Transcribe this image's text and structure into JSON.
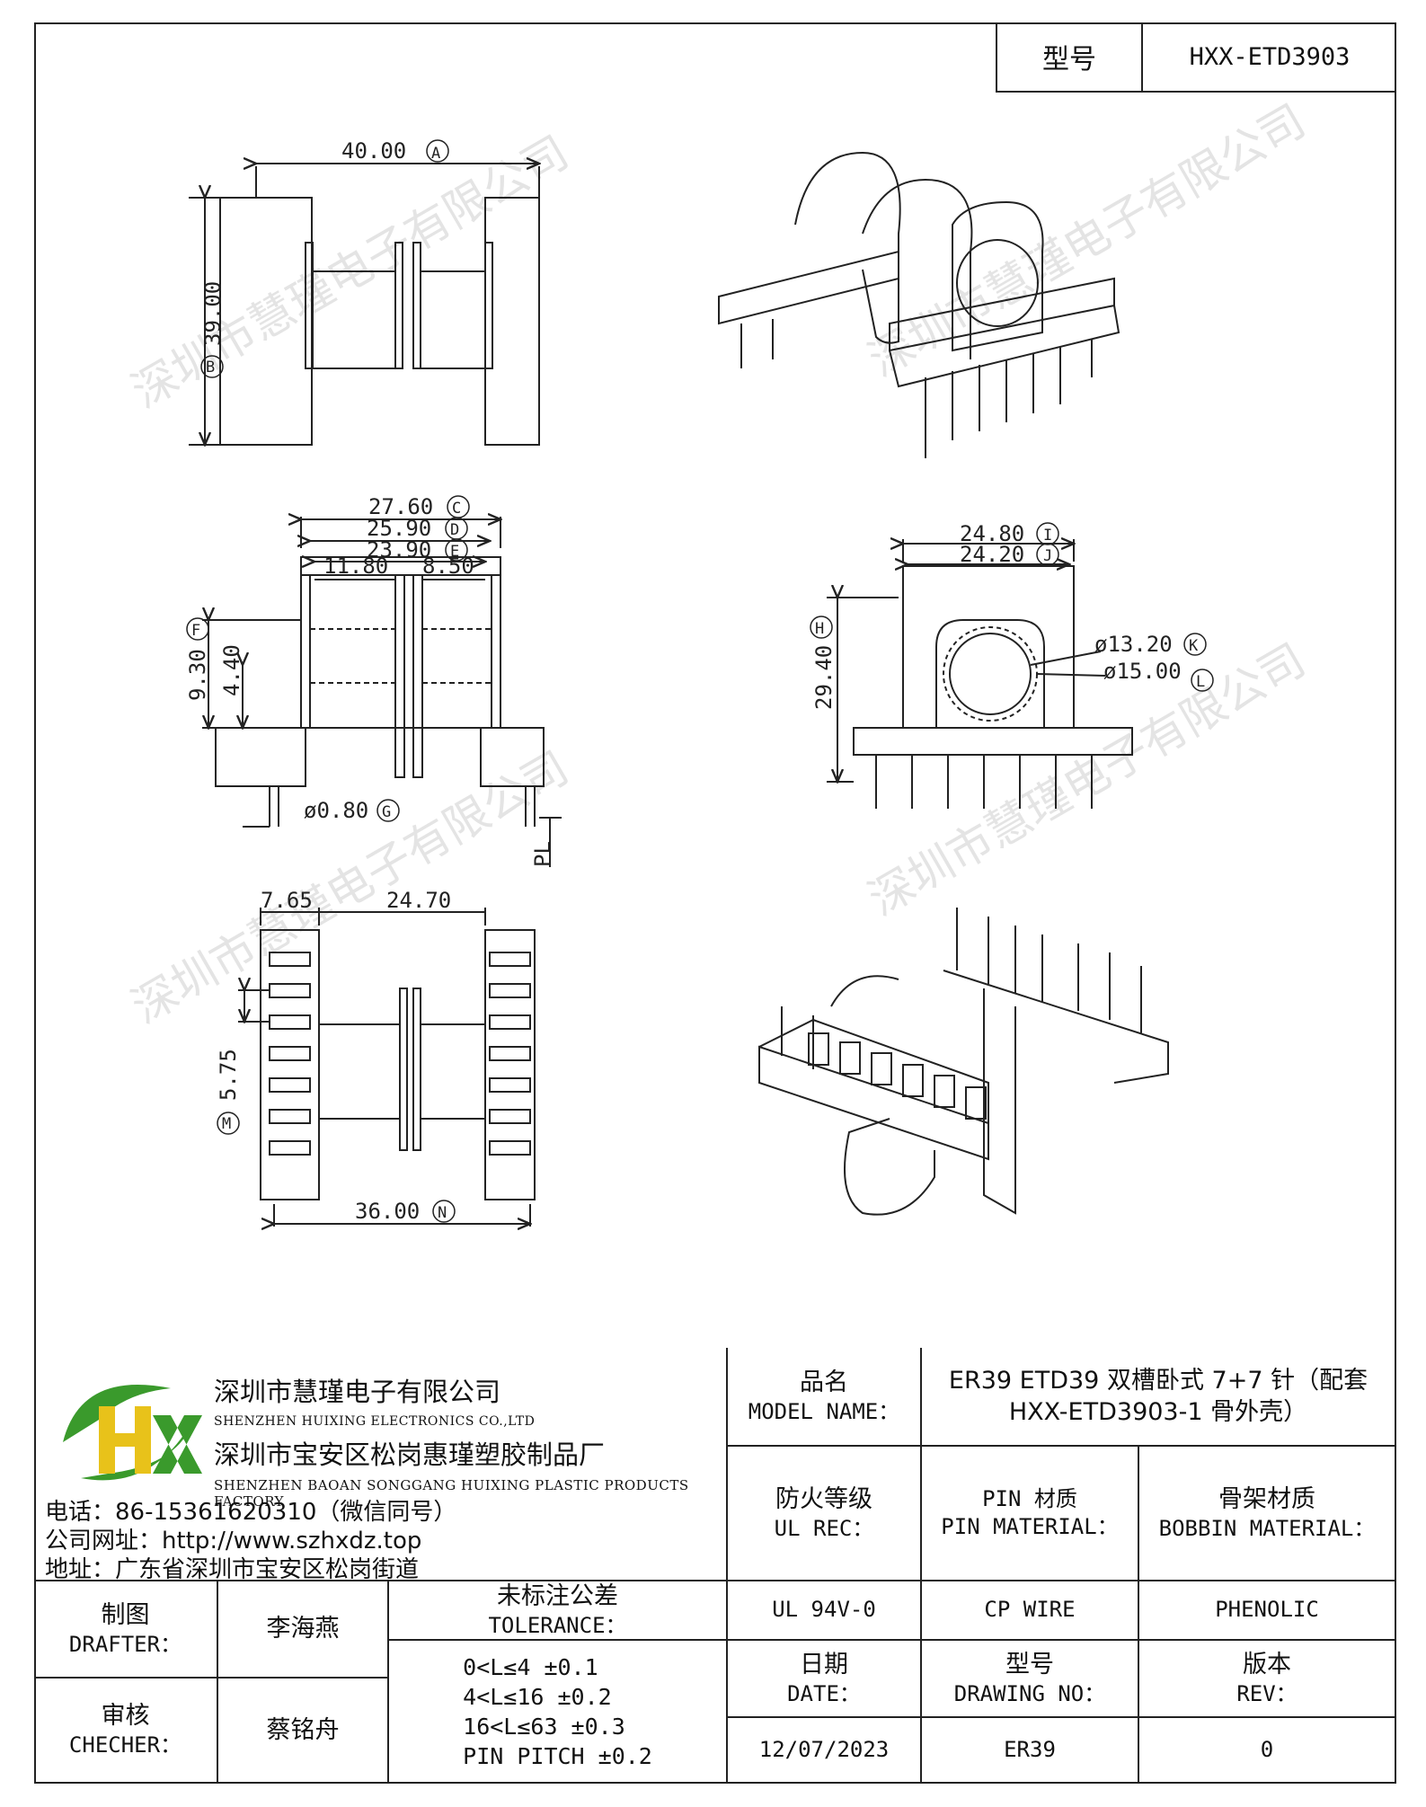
{
  "header": {
    "model_label": "型号",
    "model_value": "HXX-ETD3903"
  },
  "dimensions": {
    "A": "40.00",
    "A_tag": "A",
    "B": "39.00",
    "B_tag": "B",
    "C": "27.60",
    "C_tag": "C",
    "D": "25.90",
    "D_tag": "D",
    "E": "23.90",
    "E_tag": "E",
    "left_slot": "11.80",
    "right_slot": "8.50",
    "F": "9.30",
    "F_tag": "F",
    "flange_h": "4.40",
    "G": "ø0.80",
    "G_tag": "G",
    "PL": "PL",
    "I": "24.80",
    "I_tag": "I",
    "J": "24.20",
    "J_tag": "J",
    "H": "29.40",
    "H_tag": "H",
    "K": "ø13.20",
    "K_tag": "K",
    "L": "ø15.00",
    "L_tag": "L",
    "left_w": "7.65",
    "body_w": "24.70",
    "M": "5.75",
    "M_tag": "M",
    "N": "36.00",
    "N_tag": "N"
  },
  "company": {
    "name_cn": "深圳市慧瑾电子有限公司",
    "name_en": "SHENZHEN HUIXING ELECTRONICS CO.,LTD",
    "factory_cn": "深圳市宝安区松岗惠瑾塑胶制品厂",
    "factory_en": "SHENZHEN BAOAN SONGGANG HUIXING PLASTIC PRODUCTS FACTORY",
    "phone": "电话：86-15361620310（微信同号）",
    "web": "公司网址：http://www.szhxdz.top",
    "address": "地址：广东省深圳市宝安区松岗街道",
    "logo_letters": "HX",
    "colors": {
      "green": "#3a9a2c",
      "yellow": "#e8c21a"
    }
  },
  "titleblock": {
    "model_name_cn": "品名",
    "model_name_en": "MODEL NAME：",
    "model_name_value1": "ER39 ETD39 双槽卧式 7+7 针（配套",
    "model_name_value2": "HXX-ETD3903-1 骨外壳）",
    "ul_cn": "防火等级",
    "ul_en": "UL REC：",
    "ul_value": "UL 94V-0",
    "pin_cn": "PIN 材质",
    "pin_en": "PIN MATERIAL：",
    "pin_value": "CP WIRE",
    "bobbin_cn": "骨架材质",
    "bobbin_en": "BOBBIN MATERIAL：",
    "bobbin_value": "PHENOLIC",
    "drafter_cn": "制图",
    "drafter_en": "DRAFTER：",
    "drafter_name": "李海燕",
    "checker_cn": "审核",
    "checker_en": "CHECHER：",
    "checker_name": "蔡铭舟",
    "tol_cn": "未标注公差",
    "tol_en": "TOLERANCE：",
    "tol_rows": [
      "0<L≤4  ±0.1",
      "4<L≤16 ±0.2",
      "16<L≤63 ±0.3",
      "PIN PITCH ±0.2"
    ],
    "date_cn": "日期",
    "date_en": "DATE：",
    "date_value": "12/07/2023",
    "drawing_cn": "型号",
    "drawing_en": "DRAWING NO：",
    "drawing_value": "ER39",
    "rev_cn": "版本",
    "rev_en": "REV：",
    "rev_value": "0"
  },
  "watermark": "深圳市慧瑾电子有限公司"
}
